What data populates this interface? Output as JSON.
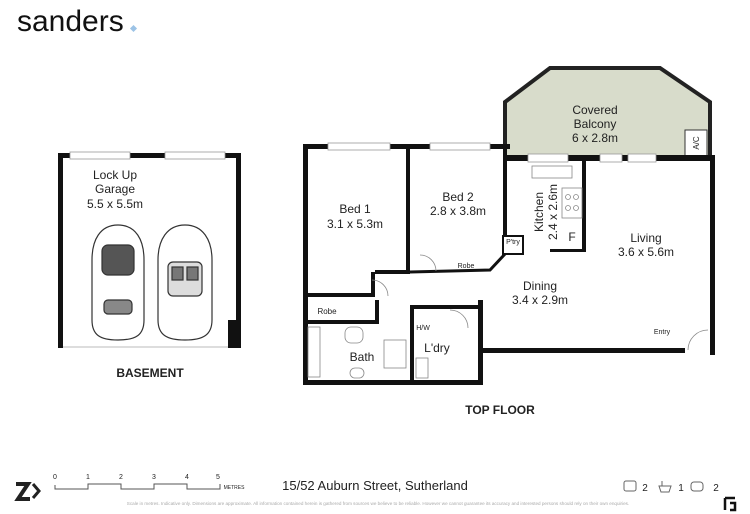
{
  "brand": {
    "name": "sanders",
    "dot_color": "#9cc3e6"
  },
  "plan": {
    "basement": {
      "label": "BASEMENT",
      "garage_name_line1": "Lock Up",
      "garage_name_line2": "Garage",
      "garage_size": "5.5 x 5.5m"
    },
    "top_floor": {
      "label": "TOP FLOOR",
      "balcony_line1": "Covered",
      "balcony_line2": "Balcony",
      "balcony_size": "6 x 2.8m",
      "balcony_color": "#d8dccb",
      "ac": "A/C",
      "bed1": "Bed 1",
      "bed1_size": "3.1 x 5.3m",
      "bed2": "Bed 2",
      "bed2_size": "2.8 x 3.8m",
      "kitchen": "Kitchen",
      "kitchen_size": "2.4 x 2.6m",
      "pantry": "P'try",
      "fridge": "F",
      "living": "Living",
      "living_size": "3.6 x 5.6m",
      "dining": "Dining",
      "dining_size": "3.4 x 2.9m",
      "entry": "Entry",
      "robe1": "Robe",
      "robe2": "Robe",
      "hw": "H/W",
      "bath": "Bath",
      "laundry": "L'dry"
    }
  },
  "footer": {
    "scale_ticks": [
      "0",
      "1",
      "2",
      "3",
      "4",
      "5"
    ],
    "scale_unit": "METRES",
    "address": "15/52 Auburn Street, Sutherland",
    "bedrooms": "2",
    "bathrooms": "1",
    "car_spaces": "2",
    "disclaimer": "Scale in metres. Indicative only. Dimensions are approximate. All information contained herein is gathered from sources we believe to be reliable. However we cannot guarantee its accuracy and interested persons should rely on their own enquiries."
  }
}
